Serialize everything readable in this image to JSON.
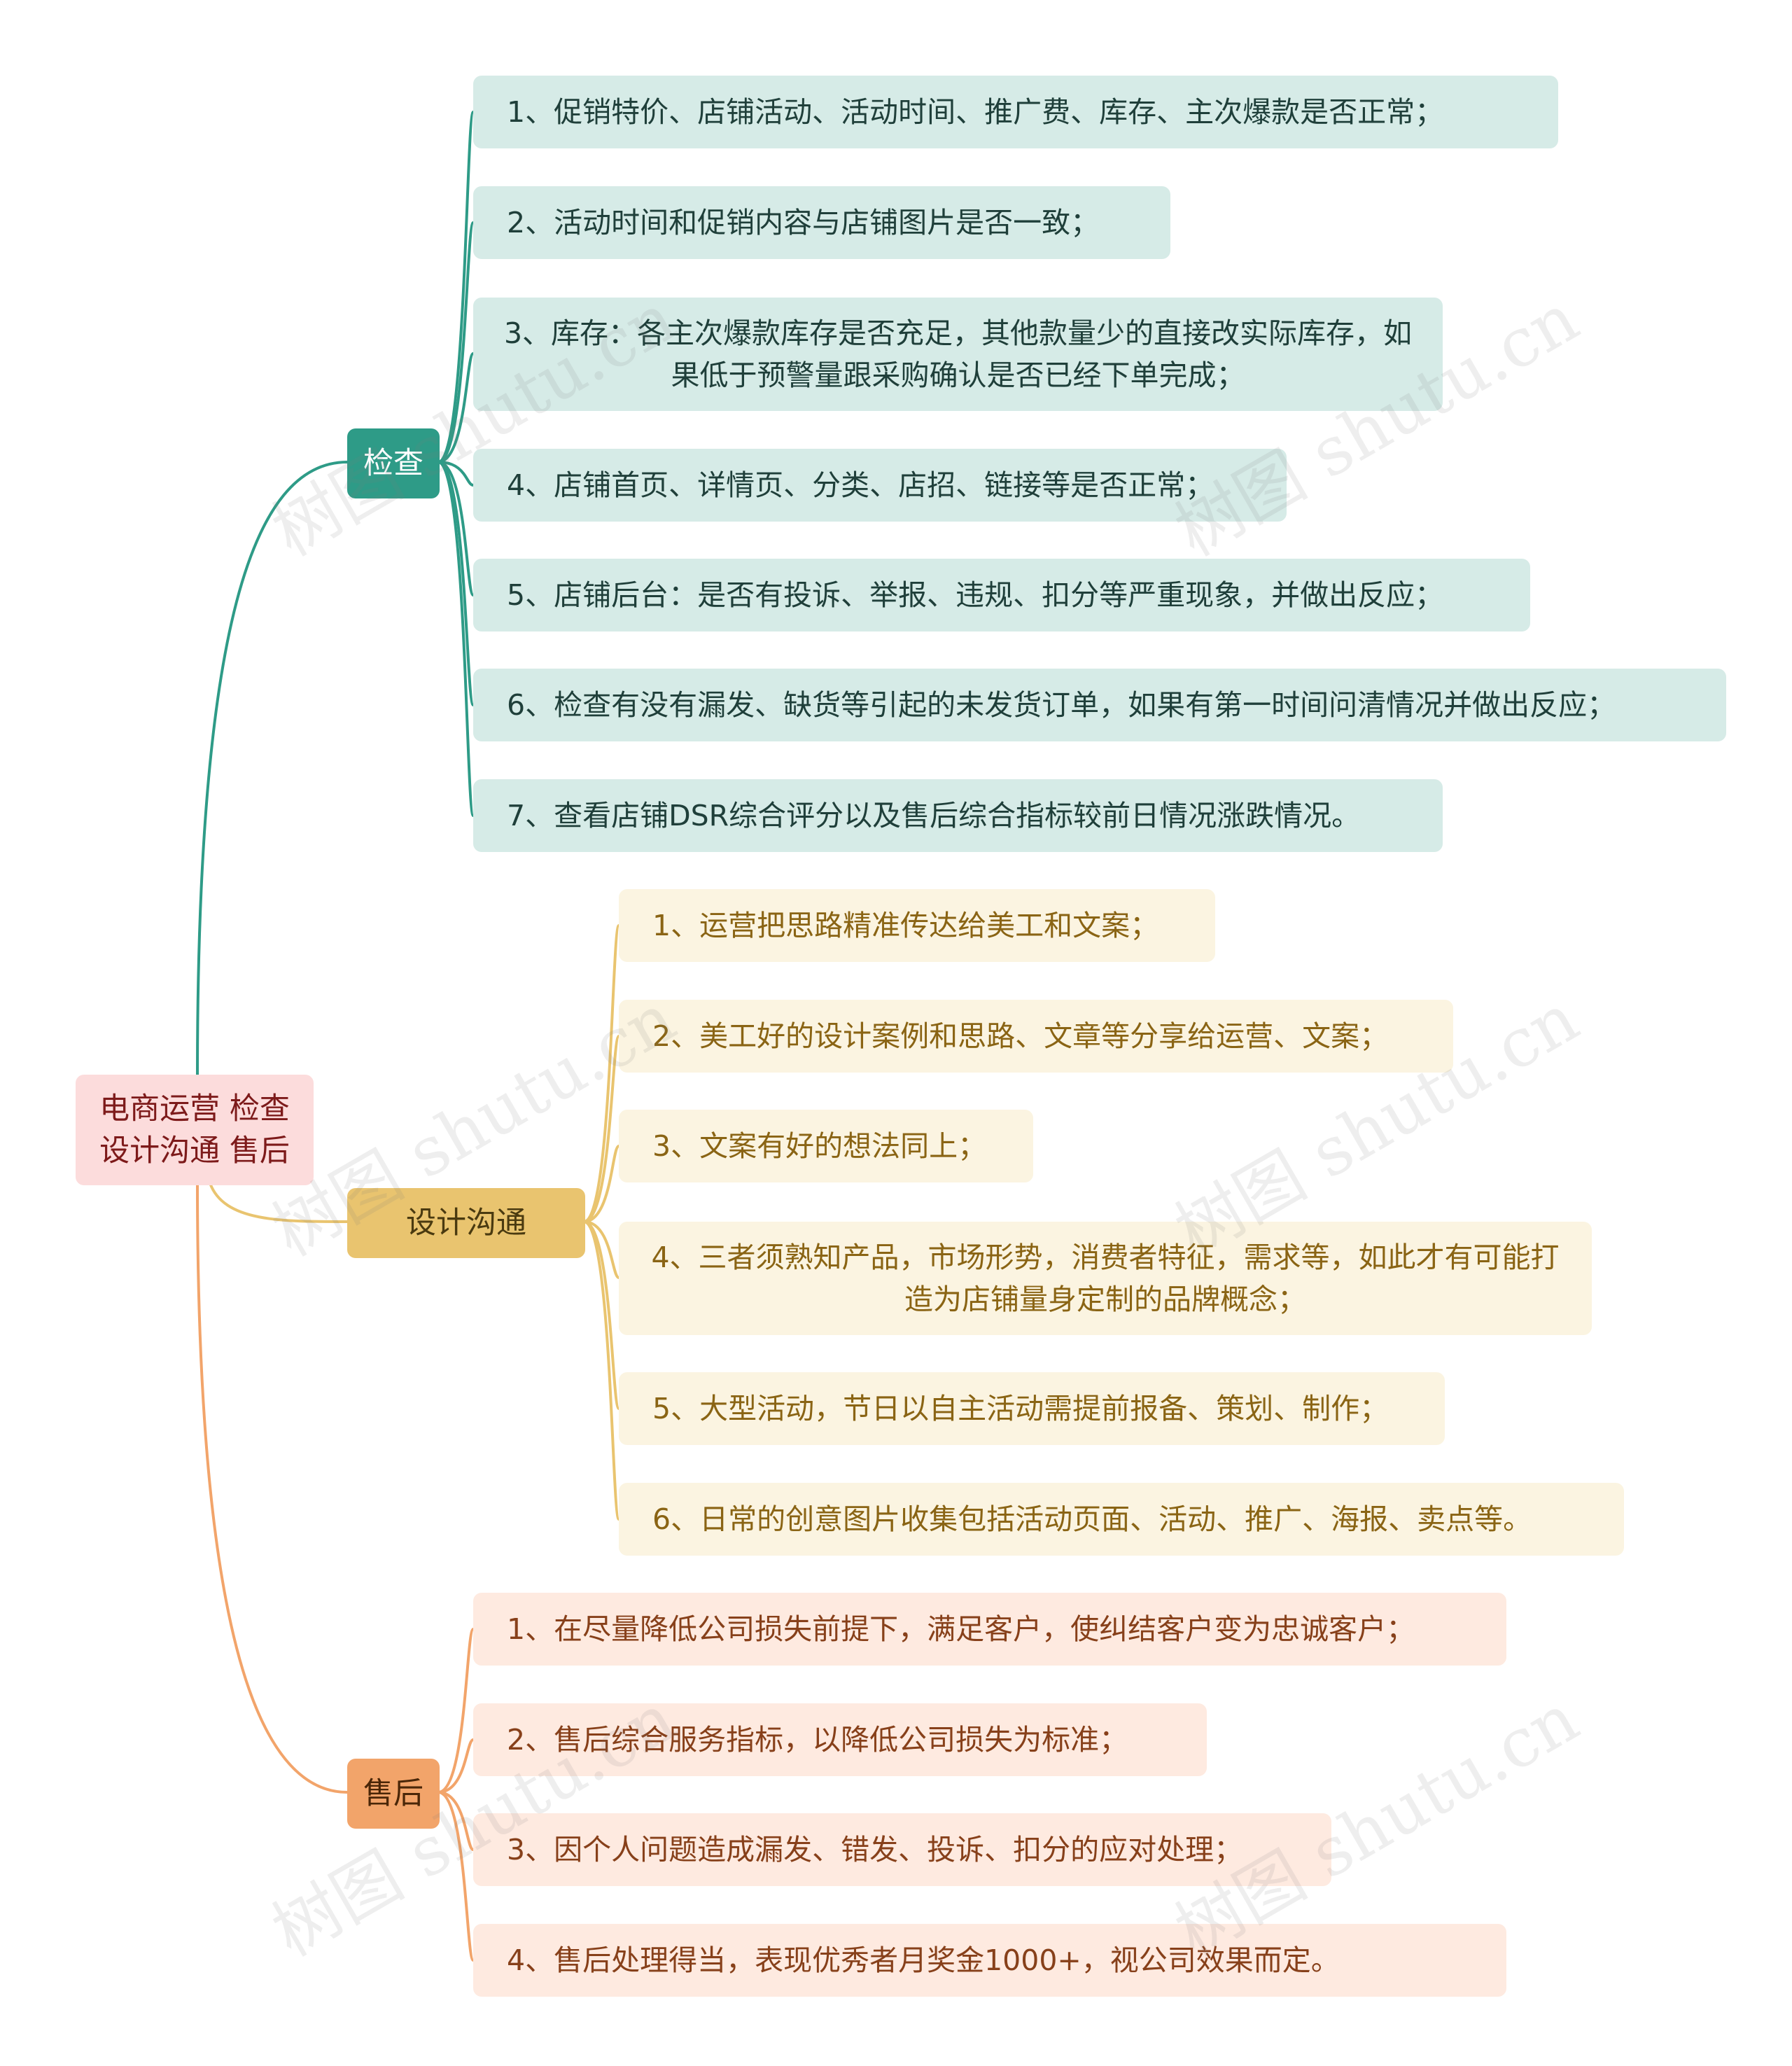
{
  "root": {
    "line1": "电商运营 检查",
    "line2": "设计沟通 售后"
  },
  "branches": [
    {
      "label": "检查",
      "color": "#2e9b87",
      "items": [
        "1、促销特价、店铺活动、活动时间、推广费、库存、主次爆款是否正常；",
        "2、活动时间和促销内容与店铺图片是否一致；",
        "3、库存：各主次爆款库存是否充足，其他款量少的直接改实际库存，如果低于预警量跟采购确认是否已经下单完成；",
        "4、店铺首页、详情页、分类、店招、链接等是否正常；",
        "5、店铺后台：是否有投诉、举报、违规、扣分等严重现象，并做出反应；",
        "6、检查有没有漏发、缺货等引起的未发货订单，如果有第一时间问清情况并做出反应；",
        "7、查看店铺DSR综合评分以及售后综合指标较前日情况涨跌情况。"
      ]
    },
    {
      "label": "设计沟通",
      "color": "#e9c46f",
      "items": [
        "1、运营把思路精准传达给美工和文案；",
        "2、美工好的设计案例和思路、文章等分享给运营、文案；",
        "3、文案有好的想法同上；",
        "4、三者须熟知产品，市场形势，消费者特征，需求等，如此才有可能打造为店铺量身定制的品牌概念；",
        "5、大型活动，节日以自主活动需提前报备、策划、制作；",
        "6、日常的创意图片收集包括活动页面、活动、推广、海报、卖点等。"
      ]
    },
    {
      "label": "售后",
      "color": "#f2a46a",
      "items": [
        "1、在尽量降低公司损失前提下，满足客户，使纠结客户变为忠诚客户；",
        "2、售后综合服务指标，以降低公司损失为标准；",
        "3、因个人问题造成漏发、错发、投诉、扣分的应对处理；",
        "4、售后处理得当，表现优秀者月奖金1000+，视公司效果而定。"
      ]
    }
  ],
  "watermark": "树图 shutu.cn"
}
